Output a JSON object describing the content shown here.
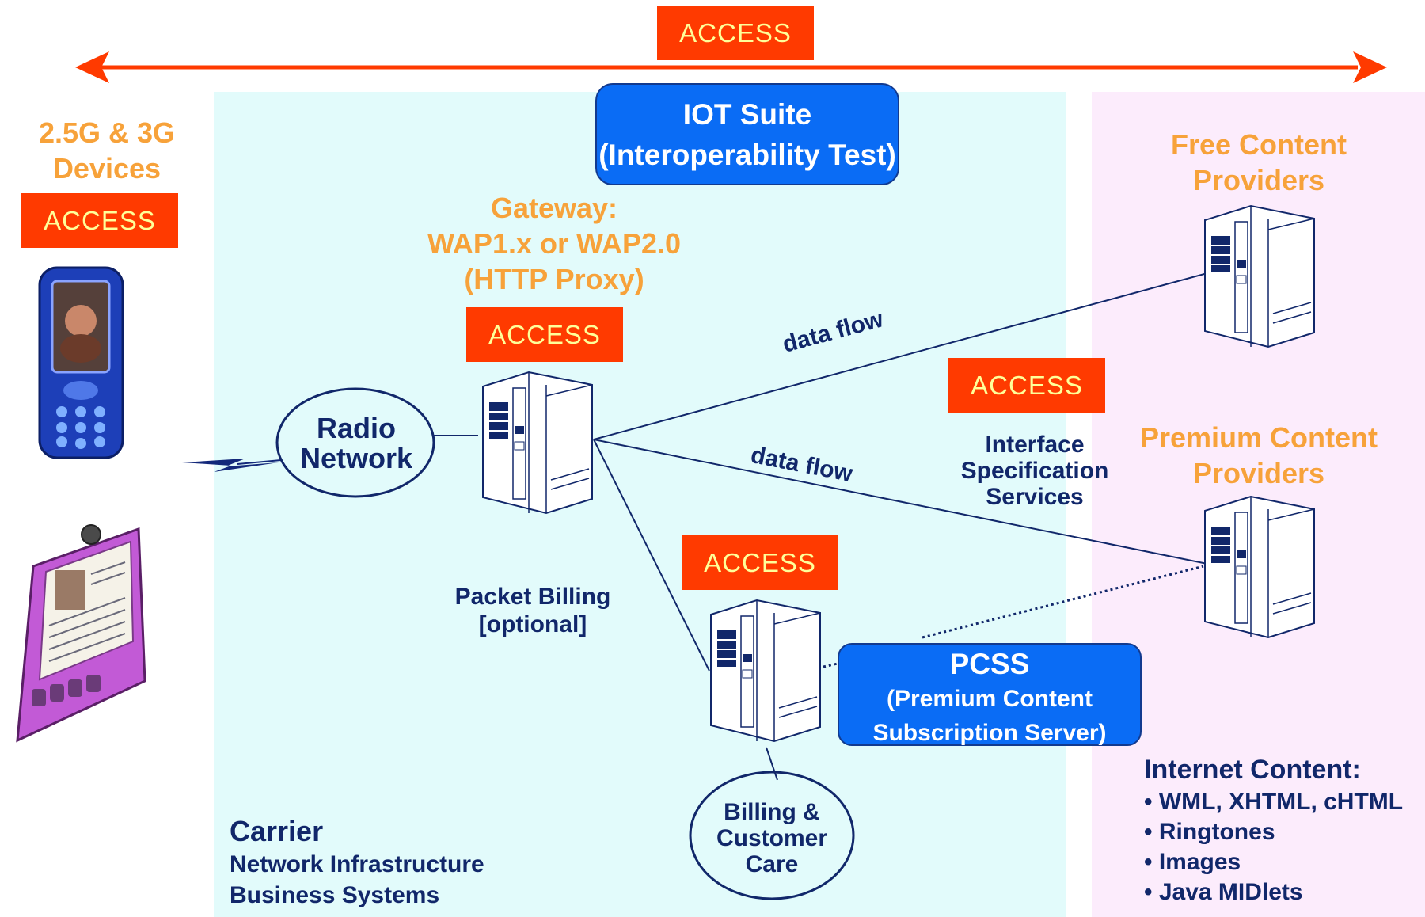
{
  "access_label": "ACCESS",
  "top_bar": {
    "label": "ACCESS"
  },
  "devices": {
    "title_line1": "2.5G & 3G",
    "title_line2": "Devices",
    "access": "ACCESS"
  },
  "iot": {
    "line1": "IOT Suite",
    "line2": "(Interoperability Test)"
  },
  "gateway": {
    "line1": "Gateway:",
    "line2": "WAP1.x or WAP2.0",
    "line3": "(HTTP Proxy)",
    "access": "ACCESS"
  },
  "radio": {
    "line1": "Radio",
    "line2": "Network"
  },
  "flows": {
    "upper": "data flow",
    "lower": "data flow"
  },
  "interface": {
    "access": "ACCESS",
    "line1": "Interface",
    "line2": "Specification",
    "line3": "Services"
  },
  "free": {
    "line1": "Free Content",
    "line2": "Providers"
  },
  "premium": {
    "line1": "Premium Content",
    "line2": "Providers"
  },
  "billing": {
    "line1": "Packet Billing",
    "line2": "[optional]",
    "access": "ACCESS"
  },
  "pcss": {
    "line1": "PCSS",
    "line2": "(Premium Content",
    "line3": "Subscription Server)"
  },
  "care": {
    "line1": "Billing &",
    "line2": "Customer",
    "line3": "Care"
  },
  "carrier": {
    "title": "Carrier",
    "line1": "Network Infrastructure",
    "line2": "Business Systems"
  },
  "internet": {
    "title": "Internet Content:",
    "items": [
      "• WML, XHTML, cHTML",
      "• Ringtones",
      "• Images",
      "• Java MIDlets"
    ]
  },
  "colors": {
    "access_bg": "#ff3a00",
    "access_text": "#ffff99",
    "arrow": "#ff3a00",
    "orange": "#f7a23a",
    "navy": "#11276a",
    "blue_box": "#0a6cf5"
  }
}
